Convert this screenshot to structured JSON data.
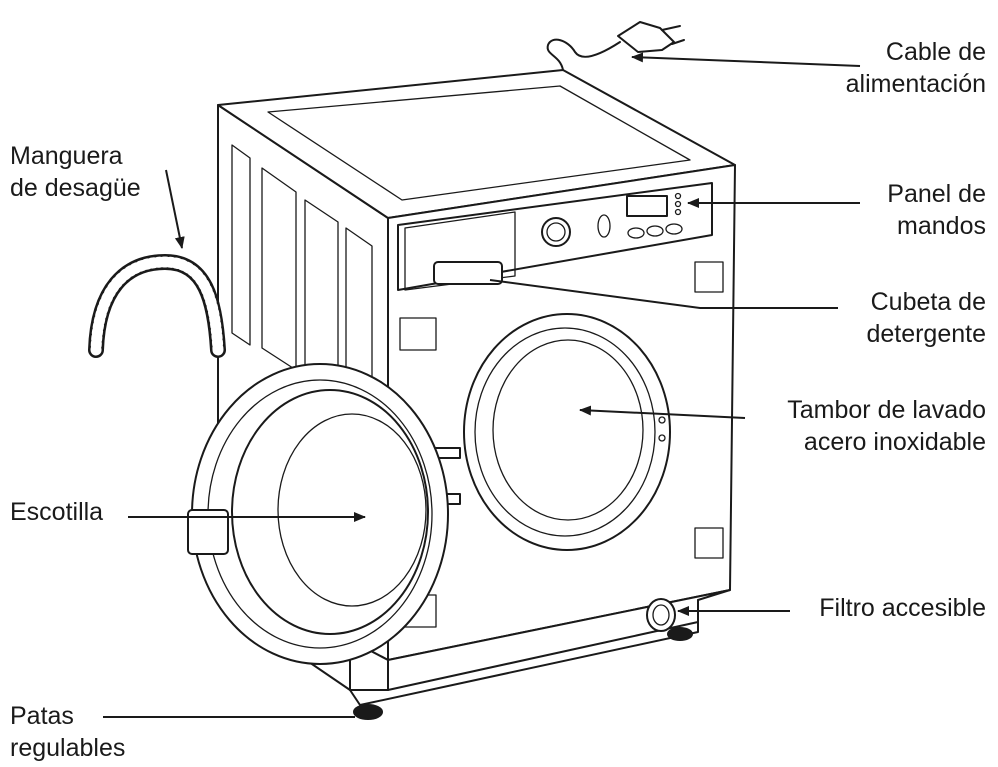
{
  "labels": {
    "cable": [
      "Cable de",
      "alimentación"
    ],
    "manguera": [
      "Manguera",
      "de desagüe"
    ],
    "panel": [
      "Panel de",
      "mandos"
    ],
    "cubeta": [
      "Cubeta de",
      "detergente"
    ],
    "tambor": [
      "Tambor de lavado",
      "acero inoxidable"
    ],
    "escotilla": [
      "Escotilla"
    ],
    "filtro": [
      "Filtro accesible"
    ],
    "patas": [
      "Patas",
      "regulables"
    ]
  }
}
